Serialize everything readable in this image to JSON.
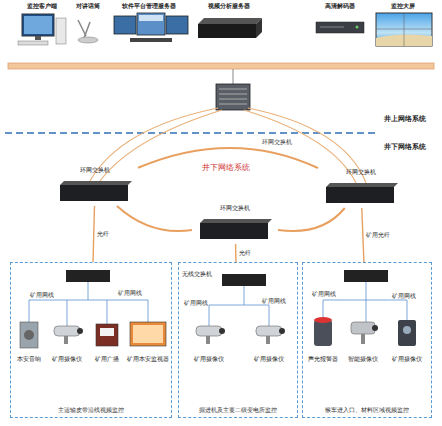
{
  "diagram": {
    "nodes": [
      {
        "text": [
          "监控客户端"
        ]
      },
      {
        "text": [
          "对讲话筒"
        ]
      },
      {
        "text": [
          "软件平台管理服务器"
        ]
      },
      {
        "text": [
          "视频分析服务器"
        ]
      },
      {
        "text": [
          "高清解码器"
        ]
      },
      {
        "text": [
          "监控大屏"
        ]
      },
      {
        "text": [
          "环网交换机"
        ]
      },
      {
        "text": [
          "环网交换机"
        ]
      },
      {
        "text": [
          "环网交换机"
        ]
      },
      {
        "text": [
          "主运输皮带沿线视频监控"
        ]
      },
      {
        "text": [
          "掘进机及主要二级变电所监控"
        ]
      },
      {
        "text": [
          "猴车进入口、材料区域视频监控"
        ]
      },
      {
        "text": [
          "本安音响"
        ],
        "in": 9
      },
      {
        "text": [
          "矿用摄像仪"
        ],
        "in": 9
      },
      {
        "text": [
          "矿用广播"
        ],
        "in": 9
      },
      {
        "text": [
          "矿用本安监视器"
        ],
        "in": 9
      },
      {
        "text": [
          "无线交换机"
        ],
        "in": 10
      },
      {
        "text": [
          "矿用摄像仪"
        ],
        "in": 10
      },
      {
        "text": [
          "矿用摄像仪"
        ],
        "in": 10
      },
      {
        "text": [
          "声光报警器"
        ],
        "in": 11
      },
      {
        "text": [
          "智能摄像仪"
        ],
        "in": 11
      },
      {
        "text": [
          "矿用摄像仪"
        ],
        "in": 11
      }
    ],
    "edges": [
      {
        "from": 6,
        "to": 8,
        "arrow": "none"
      },
      {
        "from": 8,
        "to": 7,
        "arrow": "none"
      },
      {
        "from": 6,
        "to": 7,
        "arrow": "none"
      },
      {
        "from": 6,
        "to": 9,
        "label": "光纤",
        "arrow": "none"
      },
      {
        "from": 8,
        "to": 10,
        "label": "光纤",
        "arrow": "none"
      },
      {
        "from": 7,
        "to": 11,
        "label": "矿用光纤",
        "arrow": "none"
      }
    ],
    "labels": [
      "井上网络系统",
      "井下网络系统",
      "环网交换机",
      "井下网络系统",
      "矿用网线",
      "矿用网线",
      "矿用网线",
      "矿用网线",
      "矿用网线",
      "矿用网线"
    ]
  }
}
